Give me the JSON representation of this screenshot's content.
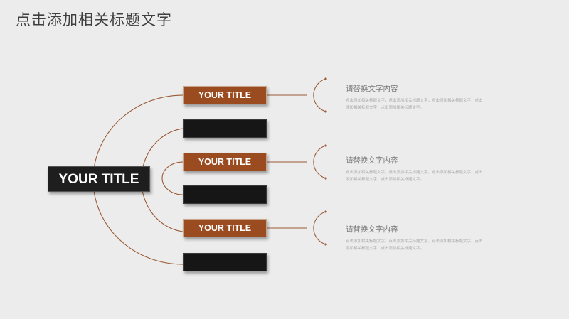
{
  "slide": {
    "title": "点击添加相关标题文字"
  },
  "main_node": {
    "label": "YOUR TITLE"
  },
  "nodes": [
    {
      "label": "YOUR TITLE",
      "style": "brown"
    },
    {
      "label": "",
      "style": "dark"
    },
    {
      "label": "YOUR TITLE",
      "style": "brown"
    },
    {
      "label": "",
      "style": "dark"
    },
    {
      "label": "YOUR TITLE",
      "style": "brown"
    },
    {
      "label": "",
      "style": "dark"
    }
  ],
  "text_blocks": [
    {
      "heading": "请替换文字内容",
      "body": "点击添加相关标题文字，点击添加相关标题文字，点击添加相关标题文字，点击添加相关标题文字，点击添加相关标题文字。"
    },
    {
      "heading": "请替换文字内容",
      "body": "点击添加相关标题文字，点击添加相关标题文字，点击添加相关标题文字，点击添加相关标题文字，点击添加相关标题文字。"
    },
    {
      "heading": "请替换文字内容",
      "body": "点击添加相关标题文字，点击添加相关标题文字，点击添加相关标题文字，点击添加相关标题文字，点击添加相关标题文字。"
    }
  ],
  "colors": {
    "accent": "#9a4b1f",
    "connector": "#9a5a35",
    "dark_box": "#161616",
    "background": "#ececec"
  }
}
